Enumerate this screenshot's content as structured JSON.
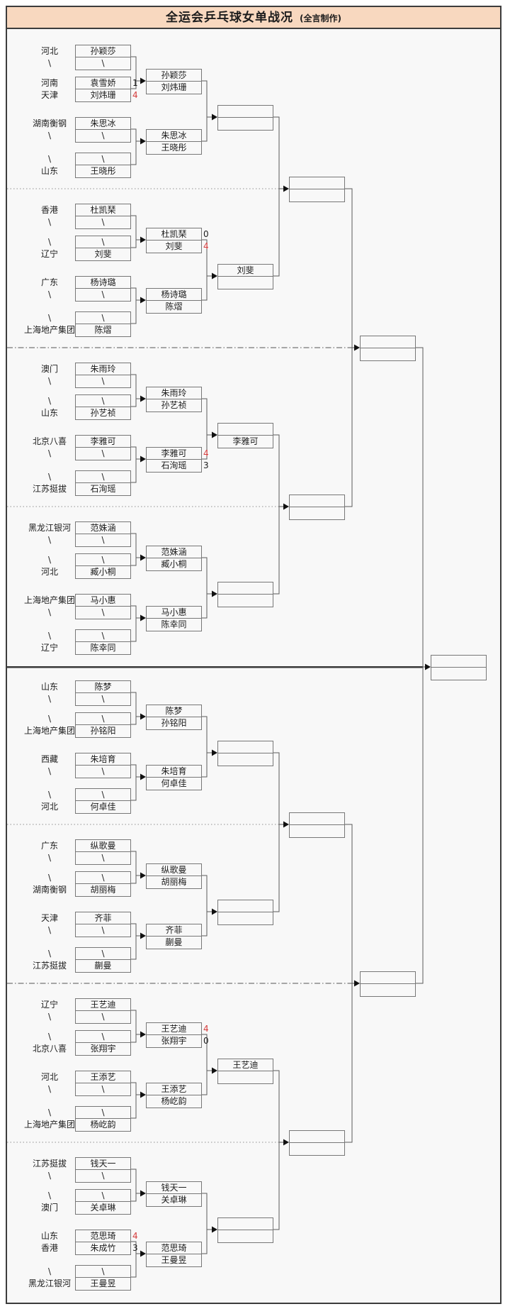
{
  "title": "全运会乒乓球女单战况",
  "subtitle": "(全言制作)",
  "colors": {
    "title_bg": "#f8d8bf",
    "win_score": "#d43b3b",
    "box_border": "#777777",
    "frame": "#3c3c3c"
  },
  "groups": [
    {
      "pairs": [
        {
          "regions": [
            "河北",
            "\\"
          ],
          "players": [
            "孙颖莎",
            "\\"
          ],
          "scores": [
            "",
            ""
          ],
          "red": [
            false,
            false
          ]
        },
        {
          "regions": [
            "河南",
            "天津"
          ],
          "players": [
            "袁雪娇",
            "刘炜珊"
          ],
          "scores": [
            "1",
            "4"
          ],
          "red": [
            false,
            true
          ]
        },
        {
          "regions": [
            "湖南衡钢",
            "\\"
          ],
          "players": [
            "朱思冰",
            "\\"
          ],
          "scores": [
            "",
            ""
          ],
          "red": [
            false,
            false
          ]
        },
        {
          "regions": [
            "\\",
            "山东"
          ],
          "players": [
            "\\",
            "王晓彤"
          ],
          "scores": [
            "",
            ""
          ],
          "red": [
            false,
            false
          ]
        }
      ],
      "round2": [
        {
          "players": [
            "孙颖莎",
            "刘炜珊"
          ],
          "scores": [
            "",
            ""
          ],
          "red": [
            false,
            false
          ]
        },
        {
          "players": [
            "朱思冰",
            "王晓彤"
          ],
          "scores": [
            "",
            ""
          ],
          "red": [
            false,
            false
          ]
        }
      ],
      "round3": [
        "",
        ""
      ]
    },
    {
      "pairs": [
        {
          "regions": [
            "香港",
            "\\"
          ],
          "players": [
            "杜凯琹",
            "\\"
          ],
          "scores": [
            "",
            ""
          ],
          "red": [
            false,
            false
          ]
        },
        {
          "regions": [
            "\\",
            "辽宁"
          ],
          "players": [
            "\\",
            "刘斐"
          ],
          "scores": [
            "",
            ""
          ],
          "red": [
            false,
            false
          ]
        },
        {
          "regions": [
            "广东",
            "\\"
          ],
          "players": [
            "杨诗璐",
            "\\"
          ],
          "scores": [
            "",
            ""
          ],
          "red": [
            false,
            false
          ]
        },
        {
          "regions": [
            "\\",
            "上海地产集团"
          ],
          "players": [
            "\\",
            "陈熠"
          ],
          "scores": [
            "",
            ""
          ],
          "red": [
            false,
            false
          ]
        }
      ],
      "round2": [
        {
          "players": [
            "杜凯琹",
            "刘斐"
          ],
          "scores": [
            "0",
            "4"
          ],
          "red": [
            false,
            true
          ]
        },
        {
          "players": [
            "杨诗璐",
            "陈熠"
          ],
          "scores": [
            "",
            ""
          ],
          "red": [
            false,
            false
          ]
        }
      ],
      "round3": [
        "刘斐",
        ""
      ]
    },
    {
      "pairs": [
        {
          "regions": [
            "澳门",
            "\\"
          ],
          "players": [
            "朱雨玲",
            "\\"
          ],
          "scores": [
            "",
            ""
          ],
          "red": [
            false,
            false
          ]
        },
        {
          "regions": [
            "\\",
            "山东"
          ],
          "players": [
            "\\",
            "孙艺祯"
          ],
          "scores": [
            "",
            ""
          ],
          "red": [
            false,
            false
          ]
        },
        {
          "regions": [
            "北京八喜",
            "\\"
          ],
          "players": [
            "李雅可",
            "\\"
          ],
          "scores": [
            "",
            ""
          ],
          "red": [
            false,
            false
          ]
        },
        {
          "regions": [
            "\\",
            "江苏挺拔"
          ],
          "players": [
            "\\",
            "石洵瑶"
          ],
          "scores": [
            "",
            ""
          ],
          "red": [
            false,
            false
          ]
        }
      ],
      "round2": [
        {
          "players": [
            "朱雨玲",
            "孙艺祯"
          ],
          "scores": [
            "",
            ""
          ],
          "red": [
            false,
            false
          ]
        },
        {
          "players": [
            "李雅可",
            "石洵瑶"
          ],
          "scores": [
            "4",
            "3"
          ],
          "red": [
            true,
            false
          ]
        }
      ],
      "round3": [
        "",
        "李雅可"
      ]
    },
    {
      "pairs": [
        {
          "regions": [
            "黑龙江银河",
            "\\"
          ],
          "players": [
            "范姝涵",
            "\\"
          ],
          "scores": [
            "",
            ""
          ],
          "red": [
            false,
            false
          ]
        },
        {
          "regions": [
            "\\",
            "河北"
          ],
          "players": [
            "\\",
            "臧小桐"
          ],
          "scores": [
            "",
            ""
          ],
          "red": [
            false,
            false
          ]
        },
        {
          "regions": [
            "上海地产集团",
            "\\"
          ],
          "players": [
            "马小惠",
            "\\"
          ],
          "scores": [
            "",
            ""
          ],
          "red": [
            false,
            false
          ]
        },
        {
          "regions": [
            "\\",
            "辽宁"
          ],
          "players": [
            "\\",
            "陈幸同"
          ],
          "scores": [
            "",
            ""
          ],
          "red": [
            false,
            false
          ]
        }
      ],
      "round2": [
        {
          "players": [
            "范姝涵",
            "臧小桐"
          ],
          "scores": [
            "",
            ""
          ],
          "red": [
            false,
            false
          ]
        },
        {
          "players": [
            "马小惠",
            "陈幸同"
          ],
          "scores": [
            "",
            ""
          ],
          "red": [
            false,
            false
          ]
        }
      ],
      "round3": [
        "",
        ""
      ]
    },
    {
      "pairs": [
        {
          "regions": [
            "山东",
            "\\"
          ],
          "players": [
            "陈梦",
            "\\"
          ],
          "scores": [
            "",
            ""
          ],
          "red": [
            false,
            false
          ]
        },
        {
          "regions": [
            "\\",
            "上海地产集团"
          ],
          "players": [
            "\\",
            "孙铭阳"
          ],
          "scores": [
            "",
            ""
          ],
          "red": [
            false,
            false
          ]
        },
        {
          "regions": [
            "西藏",
            "\\"
          ],
          "players": [
            "朱培育",
            "\\"
          ],
          "scores": [
            "",
            ""
          ],
          "red": [
            false,
            false
          ]
        },
        {
          "regions": [
            "\\",
            "河北"
          ],
          "players": [
            "\\",
            "何卓佳"
          ],
          "scores": [
            "",
            ""
          ],
          "red": [
            false,
            false
          ]
        }
      ],
      "round2": [
        {
          "players": [
            "陈梦",
            "孙铭阳"
          ],
          "scores": [
            "",
            ""
          ],
          "red": [
            false,
            false
          ]
        },
        {
          "players": [
            "朱培育",
            "何卓佳"
          ],
          "scores": [
            "",
            ""
          ],
          "red": [
            false,
            false
          ]
        }
      ],
      "round3": [
        "",
        ""
      ]
    },
    {
      "pairs": [
        {
          "regions": [
            "广东",
            "\\"
          ],
          "players": [
            "纵歌曼",
            "\\"
          ],
          "scores": [
            "",
            ""
          ],
          "red": [
            false,
            false
          ]
        },
        {
          "regions": [
            "\\",
            "湖南衡钢"
          ],
          "players": [
            "\\",
            "胡丽梅"
          ],
          "scores": [
            "",
            ""
          ],
          "red": [
            false,
            false
          ]
        },
        {
          "regions": [
            "天津",
            "\\"
          ],
          "players": [
            "齐菲",
            "\\"
          ],
          "scores": [
            "",
            ""
          ],
          "red": [
            false,
            false
          ]
        },
        {
          "regions": [
            "\\",
            "江苏挺拔"
          ],
          "players": [
            "\\",
            "蒯曼"
          ],
          "scores": [
            "",
            ""
          ],
          "red": [
            false,
            false
          ]
        }
      ],
      "round2": [
        {
          "players": [
            "纵歌曼",
            "胡丽梅"
          ],
          "scores": [
            "",
            ""
          ],
          "red": [
            false,
            false
          ]
        },
        {
          "players": [
            "齐菲",
            "蒯曼"
          ],
          "scores": [
            "",
            ""
          ],
          "red": [
            false,
            false
          ]
        }
      ],
      "round3": [
        "",
        ""
      ]
    },
    {
      "pairs": [
        {
          "regions": [
            "辽宁",
            "\\"
          ],
          "players": [
            "王艺迪",
            "\\"
          ],
          "scores": [
            "",
            ""
          ],
          "red": [
            false,
            false
          ]
        },
        {
          "regions": [
            "\\",
            "北京八喜"
          ],
          "players": [
            "\\",
            "张翔宇"
          ],
          "scores": [
            "",
            ""
          ],
          "red": [
            false,
            false
          ]
        },
        {
          "regions": [
            "河北",
            "\\"
          ],
          "players": [
            "王添艺",
            "\\"
          ],
          "scores": [
            "",
            ""
          ],
          "red": [
            false,
            false
          ]
        },
        {
          "regions": [
            "\\",
            "上海地产集团"
          ],
          "players": [
            "\\",
            "杨屹韵"
          ],
          "scores": [
            "",
            ""
          ],
          "red": [
            false,
            false
          ]
        }
      ],
      "round2": [
        {
          "players": [
            "王艺迪",
            "张翔宇"
          ],
          "scores": [
            "4",
            "0"
          ],
          "red": [
            true,
            false
          ]
        },
        {
          "players": [
            "王添艺",
            "杨屹韵"
          ],
          "scores": [
            "",
            ""
          ],
          "red": [
            false,
            false
          ]
        }
      ],
      "round3": [
        "王艺迪",
        ""
      ]
    },
    {
      "pairs": [
        {
          "regions": [
            "江苏挺拔",
            "\\"
          ],
          "players": [
            "钱天一",
            "\\"
          ],
          "scores": [
            "",
            ""
          ],
          "red": [
            false,
            false
          ]
        },
        {
          "regions": [
            "\\",
            "澳门"
          ],
          "players": [
            "\\",
            "关卓琳"
          ],
          "scores": [
            "",
            ""
          ],
          "red": [
            false,
            false
          ]
        },
        {
          "regions": [
            "山东",
            "香港"
          ],
          "players": [
            "范思琦",
            "朱成竹"
          ],
          "scores": [
            "4",
            "3"
          ],
          "red": [
            true,
            false
          ]
        },
        {
          "regions": [
            "\\",
            "黑龙江银河"
          ],
          "players": [
            "\\",
            "王曼昱"
          ],
          "scores": [
            "",
            ""
          ],
          "red": [
            false,
            false
          ]
        }
      ],
      "round2": [
        {
          "players": [
            "钱天一",
            "关卓琳"
          ],
          "scores": [
            "",
            ""
          ],
          "red": [
            false,
            false
          ]
        },
        {
          "players": [
            "范思琦",
            "王曼昱"
          ],
          "scores": [
            "",
            ""
          ],
          "red": [
            false,
            false
          ]
        }
      ],
      "round3": [
        "",
        ""
      ]
    }
  ],
  "quarterfinals": [
    [
      "",
      ""
    ],
    [
      "",
      ""
    ],
    [
      "",
      ""
    ],
    [
      "",
      ""
    ]
  ],
  "semifinals": [
    [
      "",
      ""
    ],
    [
      "",
      ""
    ]
  ],
  "final": [
    "",
    ""
  ]
}
